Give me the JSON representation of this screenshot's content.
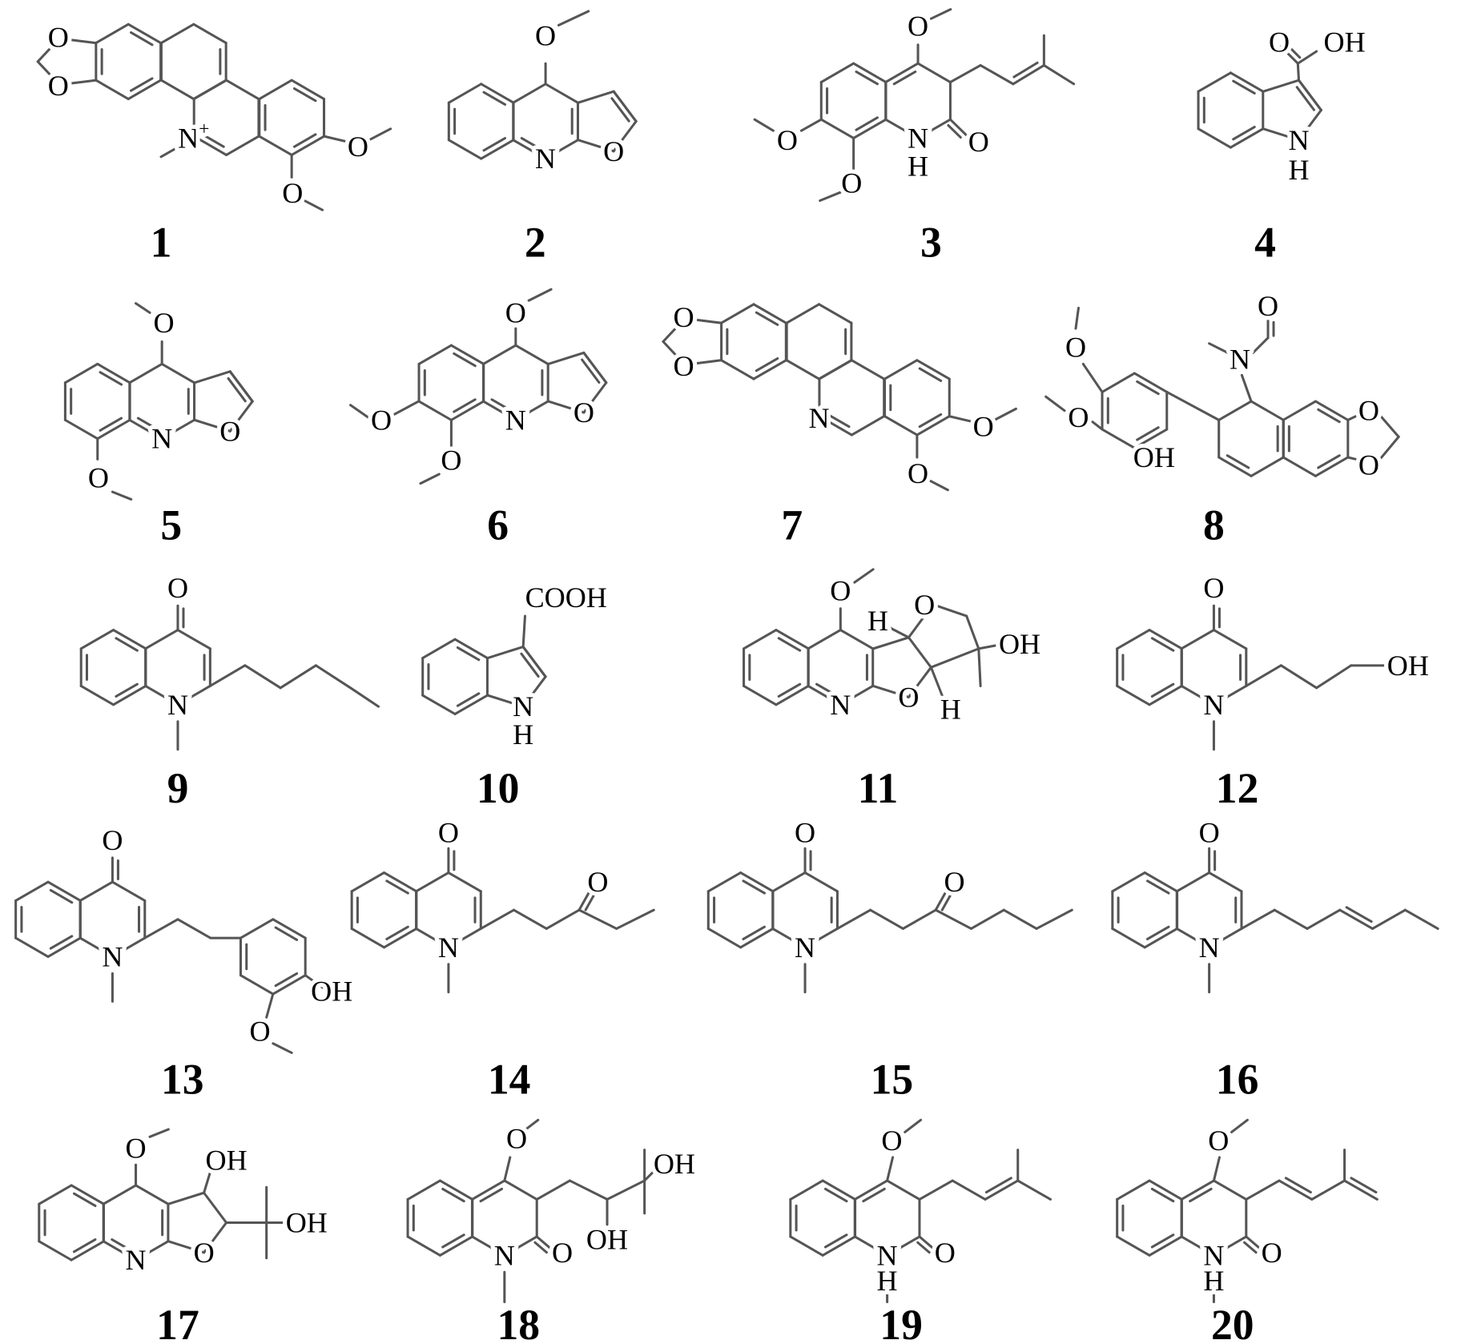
{
  "title": "Compounds 1-20 chemical structures",
  "compounds": [
    {
      "label": "1",
      "atoms": [
        "O",
        "O",
        "N+",
        "O",
        "O"
      ]
    },
    {
      "label": "2",
      "atoms": [
        "O",
        "N",
        "O"
      ]
    },
    {
      "label": "3",
      "atoms": [
        "O",
        "N",
        "H",
        "O",
        "O",
        "O"
      ]
    },
    {
      "label": "4",
      "atoms": [
        "O",
        "OH",
        "N",
        "H"
      ]
    },
    {
      "label": "5",
      "atoms": [
        "O",
        "N",
        "O",
        "O"
      ]
    },
    {
      "label": "6",
      "atoms": [
        "O",
        "N",
        "O",
        "O",
        "O"
      ]
    },
    {
      "label": "7",
      "atoms": [
        "O",
        "O",
        "N",
        "O",
        "O"
      ]
    },
    {
      "label": "8",
      "atoms": [
        "O",
        "O",
        "OH",
        "N",
        "O",
        "O",
        "O"
      ]
    },
    {
      "label": "9",
      "atoms": [
        "O",
        "N"
      ]
    },
    {
      "label": "10",
      "atoms": [
        "COOH",
        "N",
        "H"
      ]
    },
    {
      "label": "11",
      "atoms": [
        "O",
        "N",
        "O",
        "H",
        "O",
        "OH",
        "H"
      ]
    },
    {
      "label": "12",
      "atoms": [
        "O",
        "N",
        "OH"
      ]
    },
    {
      "label": "13",
      "atoms": [
        "O",
        "N",
        "OH",
        "O"
      ]
    },
    {
      "label": "14",
      "atoms": [
        "O",
        "N",
        "O"
      ]
    },
    {
      "label": "15",
      "atoms": [
        "O",
        "N",
        "O"
      ]
    },
    {
      "label": "16",
      "atoms": [
        "O",
        "N"
      ]
    },
    {
      "label": "17",
      "atoms": [
        "O",
        "N",
        "O",
        "OH",
        "OH"
      ]
    },
    {
      "label": "18",
      "atoms": [
        "O",
        "N",
        "O",
        "OH",
        "OH"
      ]
    },
    {
      "label": "19",
      "atoms": [
        "O",
        "N",
        "H",
        "O"
      ]
    },
    {
      "label": "20",
      "atoms": [
        "O",
        "N",
        "H",
        "O"
      ]
    }
  ]
}
